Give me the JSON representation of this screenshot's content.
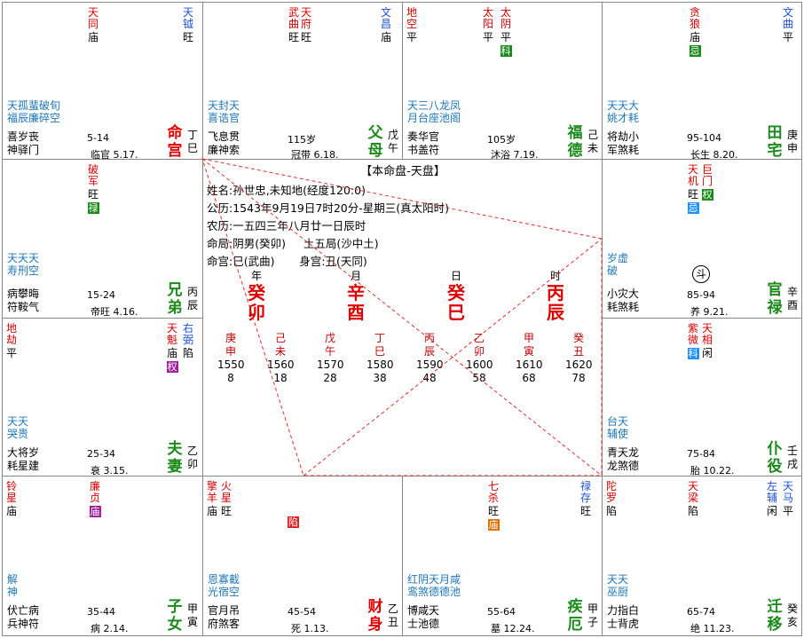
{
  "palaces": [
    {
      "id": "si",
      "major": [
        {
          "name": "天同",
          "color": "red",
          "hua": "",
          "brightness": "庙",
          "bright_tag": "blue"
        },
        {
          "name": "天钺",
          "color": "blue",
          "brightness": "旺"
        }
      ],
      "minor_cols": [
        "天福",
        "孤辰",
        "蜚廉",
        "破碎",
        "旬空"
      ],
      "shen": [
        "喜岁丧",
        "神驿门"
      ],
      "age": "5-14",
      "life": "临官 5.17.",
      "pname": "命宫",
      "gz": [
        "丁",
        "巳"
      ]
    },
    {
      "id": "wu",
      "major": [
        {
          "name": "武曲",
          "color": "red",
          "brightness": "旺"
        },
        {
          "name": "天府",
          "color": "red",
          "brightness": "旺"
        },
        {
          "name": "文昌",
          "color": "blue",
          "brightness": "庙"
        }
      ],
      "minor_cols": [
        "天喜",
        "封诰",
        "天官"
      ],
      "shen": [
        "飞息贯",
        "廉神索"
      ],
      "age": "115岁",
      "life": "冠带 6.18.",
      "pname": "父母",
      "gz": [
        "戊",
        "午"
      ]
    },
    {
      "id": "wei",
      "major": [
        {
          "name": "地空",
          "color": "red",
          "brightness": "平"
        },
        {
          "name": "太阳",
          "color": "red",
          "brightness": "平"
        },
        {
          "name": "太阴",
          "color": "red",
          "brightness": "平",
          "hua": "科",
          "hua_color": "green"
        }
      ],
      "minor_cols": [
        "天月",
        "三台",
        "八座",
        "龙池",
        "凤阁"
      ],
      "shen": [
        "奏华官",
        "书盖符"
      ],
      "age": "105岁",
      "life": "沐浴 7.19.",
      "pname": "福德",
      "gz": [
        "己",
        "未"
      ]
    },
    {
      "id": "shen",
      "major": [
        {
          "name": "贪狼",
          "color": "red",
          "brightness": "庙",
          "hua": "忌",
          "hua_color": "green"
        },
        {
          "name": "文曲",
          "color": "blue",
          "brightness": "平"
        }
      ],
      "minor_cols": [
        "天姚",
        "天才",
        "大耗"
      ],
      "shen": [
        "将劫小",
        "军煞耗"
      ],
      "age": "95-104",
      "life": "长生 8.20.",
      "pname": "田宅",
      "gz": [
        "庚",
        "申"
      ]
    },
    {
      "id": "chen",
      "major": [
        {
          "name": "破军",
          "color": "red",
          "brightness": "旺",
          "hua": "禄",
          "hua_color": "green"
        }
      ],
      "minor_cols": [
        "天寿",
        "天刑",
        "天空"
      ],
      "shen": [
        "病攀晦",
        "符鞍气"
      ],
      "age": "15-24",
      "life": "帝旺 4.16.",
      "pname": "兄弟",
      "gz": [
        "丙",
        "辰"
      ]
    },
    {
      "id": "you",
      "major": [
        {
          "name": "天机",
          "color": "red",
          "brightness": "旺",
          "hua": "忌",
          "hua_color": "blue"
        },
        {
          "name": "巨门",
          "color": "red",
          "brightness": "",
          "hua": "权",
          "hua_color": "green"
        }
      ],
      "minor_cols": [
        "岁破",
        "虚"
      ],
      "shen": [
        "小灾大",
        "耗煞耗"
      ],
      "age": "85-94",
      "life": "养 9.21.",
      "pname": "官禄",
      "gz": [
        "辛",
        "酉"
      ]
    },
    {
      "id": "mao",
      "major": [
        {
          "name": "地劫",
          "color": "red",
          "brightness": "平"
        },
        {
          "name": "天魁",
          "color": "red",
          "brightness": "庙",
          "hua": "权",
          "hua_color": "purple"
        },
        {
          "name": "右弼",
          "color": "blue",
          "brightness": "陷"
        }
      ],
      "minor_cols": [
        "天哭",
        "天贵"
      ],
      "shen": [
        "大将岁",
        "耗星建"
      ],
      "age": "25-34",
      "life": "衰 3.15.",
      "pname": "夫妻",
      "gz": [
        "乙",
        "卯"
      ]
    },
    {
      "id": "xu",
      "major": [
        {
          "name": "紫微",
          "color": "red",
          "brightness": "",
          "hua": "科",
          "hua_color": "blue"
        },
        {
          "name": "天相",
          "color": "red",
          "brightness": "闲"
        }
      ],
      "minor_cols": [
        "台辅",
        "天使"
      ],
      "shen": [
        "青天龙",
        "龙煞德"
      ],
      "age": "75-84",
      "life": "胎 10.22.",
      "pname": "仆役",
      "gz": [
        "壬",
        "戌"
      ]
    },
    {
      "id": "yin",
      "major": [
        {
          "name": "铃星",
          "color": "red",
          "brightness": "庙"
        },
        {
          "name": "廉贞",
          "color": "red",
          "brightness": "",
          "hua": "庙",
          "hua_color": "purple"
        }
      ],
      "minor_cols": [
        "解神"
      ],
      "shen": [
        "伏亡病",
        "兵神符"
      ],
      "age": "35-44",
      "life": "病 2.14.",
      "pname": "子女",
      "gz": [
        "甲",
        "寅"
      ]
    },
    {
      "id": "chou",
      "major": [
        {
          "name": "擎羊",
          "color": "red",
          "brightness": "庙"
        },
        {
          "name": "火星",
          "color": "red",
          "brightness": "旺"
        }
      ],
      "minor_cols": [
        "恩光",
        "寡宿",
        "截空"
      ],
      "shen": [
        "官月吊",
        "府煞客"
      ],
      "age": "45-54",
      "life": "死 1.13.",
      "pname": "财身",
      "gz": [
        "乙",
        "丑"
      ],
      "mark": "陷",
      "mark_color": "red"
    },
    {
      "id": "zi",
      "major": [
        {
          "name": "七杀",
          "color": "red",
          "brightness": "旺",
          "hua": "庙",
          "hua_color": "orange"
        },
        {
          "name": "禄存",
          "color": "blue",
          "brightness": "旺"
        }
      ],
      "minor_cols": [
        "红鸾",
        "阴煞",
        "天德",
        "月德",
        "咸池"
      ],
      "shen": [
        "博咸天",
        "士池德"
      ],
      "age": "55-64",
      "life": "墓 12.24.",
      "pname": "疾厄",
      "gz": [
        "甲",
        "子"
      ]
    },
    {
      "id": "hai",
      "major": [
        {
          "name": "陀罗",
          "color": "red",
          "brightness": "陷"
        },
        {
          "name": "天梁",
          "color": "red",
          "brightness": "陷"
        },
        {
          "name": "左辅",
          "color": "blue",
          "brightness": "闲"
        },
        {
          "name": "天马",
          "color": "blue",
          "brightness": "平"
        }
      ],
      "minor_cols": [
        "天巫",
        "天厨"
      ],
      "shen": [
        "力指白",
        "士背虎"
      ],
      "age": "65-74",
      "life": "绝 11.23.",
      "pname": "迁移",
      "gz": [
        "癸",
        "亥"
      ]
    }
  ],
  "center": {
    "title": "【本命盘-天盘】",
    "name_line": "姓名:孙世忠,未知地(经度120:0)",
    "solar_line": "公历:1543年9月19日7时20分-星期三(真太阳时)",
    "lunar_line": "农历:一五四三年八月廿一日辰时",
    "ju_line": "命局:阴男(癸卯)     土五局(沙中土)",
    "gong_line": "命宫:巳(武曲)       身宫:丑(天同)",
    "pillars": [
      {
        "label": "年",
        "gan": "癸",
        "zhi": "卯"
      },
      {
        "label": "月",
        "gan": "辛",
        "zhi": "酉"
      },
      {
        "label": "日",
        "gan": "癸",
        "zhi": "巳"
      },
      {
        "label": "时",
        "gan": "丙",
        "zhi": "辰"
      }
    ],
    "dayun": [
      {
        "gan": "庚",
        "zhi": "申",
        "year": "1550",
        "age": "8"
      },
      {
        "gan": "己",
        "zhi": "未",
        "year": "1560",
        "age": "18"
      },
      {
        "gan": "戊",
        "zhi": "午",
        "year": "1570",
        "age": "28"
      },
      {
        "gan": "丁",
        "zhi": "巳",
        "year": "1580",
        "age": "38"
      },
      {
        "gan": "丙",
        "zhi": "辰",
        "year": "1590",
        "age": "48"
      },
      {
        "gan": "乙",
        "zhi": "卯",
        "year": "1600",
        "age": "58"
      },
      {
        "gan": "甲",
        "zhi": "寅",
        "year": "1610",
        "age": "68"
      },
      {
        "gan": "癸",
        "zhi": "丑",
        "year": "1620",
        "age": "78"
      }
    ],
    "dou_symbol": "斗"
  },
  "colors": {
    "red": "#d40000",
    "blue": "#1b50d8",
    "teal": "#1e76b8",
    "green": "#1a8a1a",
    "line": "#888888",
    "dash": "#e03030"
  }
}
